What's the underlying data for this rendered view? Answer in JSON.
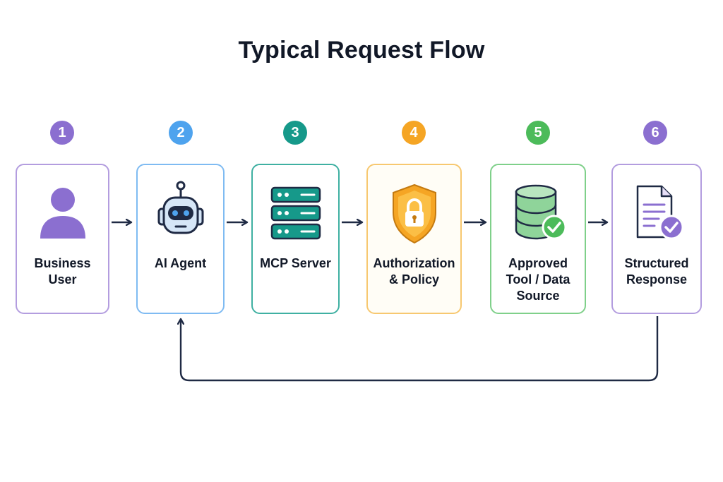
{
  "title": "Typical Request Flow",
  "colors": {
    "purple": "#8b6fd0",
    "blue": "#4ea3ee",
    "teal": "#16998a",
    "orange": "#f5a524",
    "green": "#4cbb5a",
    "arrow": "#1f2a44"
  },
  "steps": [
    {
      "number": "1",
      "label": "Business User",
      "icon": "user-icon"
    },
    {
      "number": "2",
      "label": "AI Agent",
      "icon": "robot-icon"
    },
    {
      "number": "3",
      "label": "MCP Server",
      "icon": "server-icon"
    },
    {
      "number": "4",
      "label": "Authorization & Policy",
      "icon": "shield-lock-icon"
    },
    {
      "number": "5",
      "label": "Approved Tool / Data Source",
      "icon": "database-check-icon"
    },
    {
      "number": "6",
      "label": "Structured Response",
      "icon": "document-check-icon"
    }
  ]
}
